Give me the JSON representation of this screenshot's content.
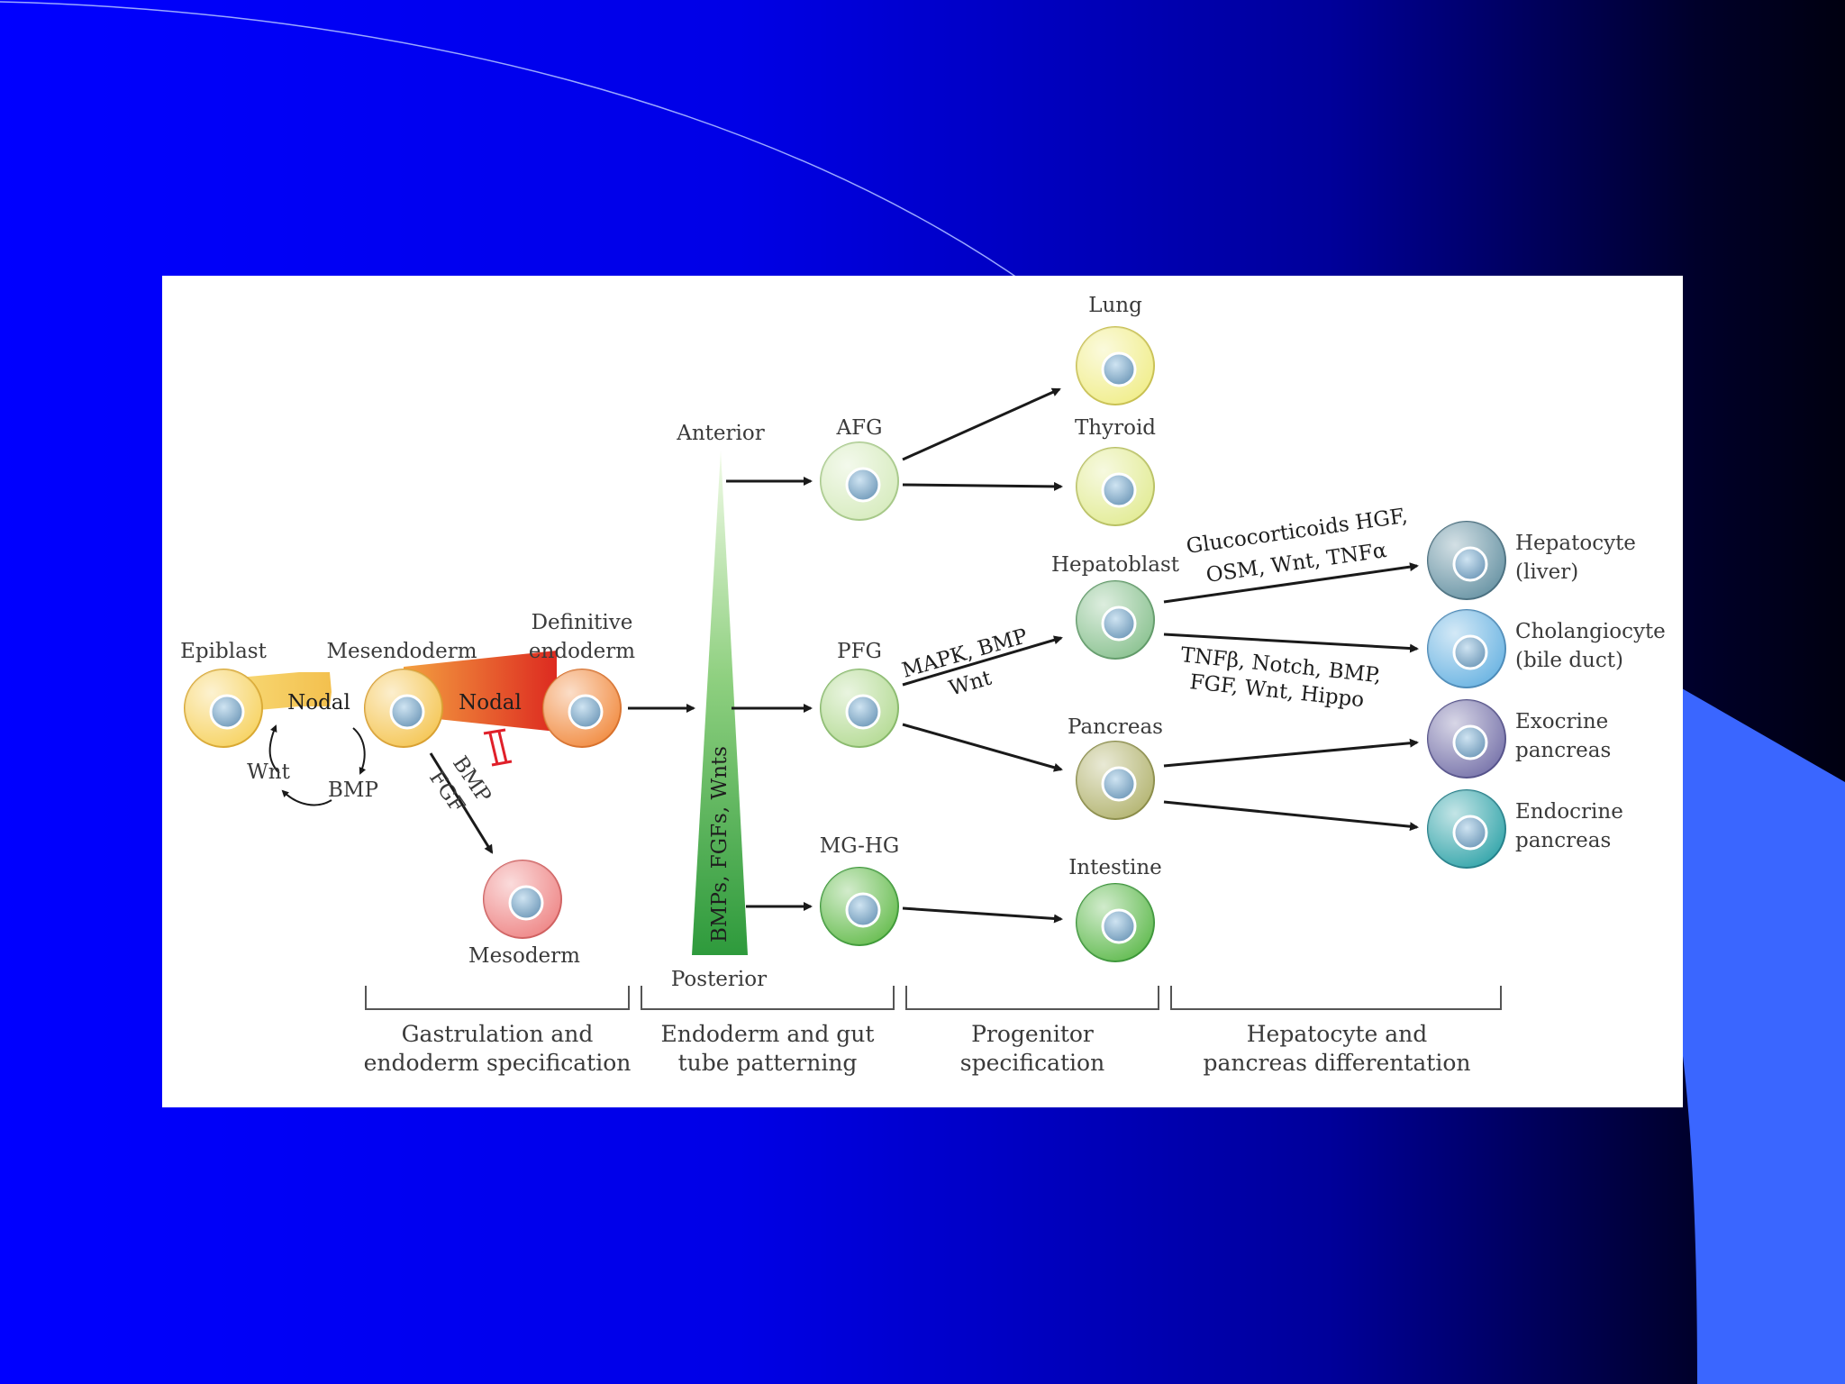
{
  "colors": {
    "slide_gradient": [
      "#0000ff",
      "#00009a",
      "#000010"
    ],
    "accent_shape": "#3a66ff",
    "panel": "#ffffff",
    "arrow": "#1a1a1a",
    "inhibit": "#e0202a",
    "gradient_green": [
      "#f0fbe8",
      "#2e9a3c"
    ]
  },
  "cells": {
    "epiblast": {
      "label": "Epiblast",
      "fill": "#f7d466"
    },
    "mesendoderm": {
      "label": "Mesendoderm",
      "fill": "#f5c85a"
    },
    "definitive_endoderm": {
      "label_line1": "Definitive",
      "label_line2": "endoderm",
      "fill": "#f29048"
    },
    "mesoderm": {
      "label": "Mesoderm",
      "fill": "#ef8a8a"
    },
    "afg": {
      "label": "AFG",
      "fill": "#d8ecc0"
    },
    "pfg": {
      "label": "PFG",
      "fill": "#b7dc98"
    },
    "mghg": {
      "label": "MG-HG",
      "fill": "#6cbf55"
    },
    "lung": {
      "label": "Lung",
      "fill": "#f1ee8e"
    },
    "thyroid": {
      "label": "Thyroid",
      "fill": "#e3ec98"
    },
    "hepatoblast": {
      "label": "Hepatoblast",
      "fill": "#8ec494"
    },
    "pancreas": {
      "label": "Pancreas",
      "fill": "#b6b776"
    },
    "intestine": {
      "label": "Intestine",
      "fill": "#66bd55"
    },
    "hepatocyte": {
      "label_line1": "Hepatocyte",
      "label_line2": "(liver)",
      "fill": "#6d97a7"
    },
    "cholangiocyte": {
      "label_line1": "Cholangiocyte",
      "label_line2": "(bile duct)",
      "fill": "#6fb6e3"
    },
    "exocrine": {
      "label_line1": "Exocrine",
      "label_line2": "pancreas",
      "fill": "#7c78ad"
    },
    "endocrine": {
      "label_line1": "Endocrine",
      "label_line2": "pancreas",
      "fill": "#3aa8ad"
    }
  },
  "signals": {
    "nodal_1": "Nodal",
    "nodal_2": "Nodal",
    "wnt": "Wnt",
    "bmp": "BMP",
    "bmp_diag": "BMP",
    "fgf_diag": "FGF",
    "gradient_label": "BMPs, FGFs, Wnts",
    "anterior": "Anterior",
    "posterior": "Posterior",
    "mapk_line1": "MAPK, BMP",
    "mapk_line2": "Wnt",
    "hep_signals_line1": "Glucocorticoids HGF,",
    "hep_signals_line2": "OSM, Wnt, TNFα",
    "chol_signals_line1": "TNFβ, Notch, BMP,",
    "chol_signals_line2": "FGF, Wnt, Hippo"
  },
  "stages": [
    {
      "line1": "Gastrulation and",
      "line2": "endoderm specification"
    },
    {
      "line1": "Endoderm and gut",
      "line2": "tube patterning"
    },
    {
      "line1": "Progenitor",
      "line2": "specification"
    },
    {
      "line1": "Hepatocyte and",
      "line2": "pancreas differentation"
    }
  ]
}
